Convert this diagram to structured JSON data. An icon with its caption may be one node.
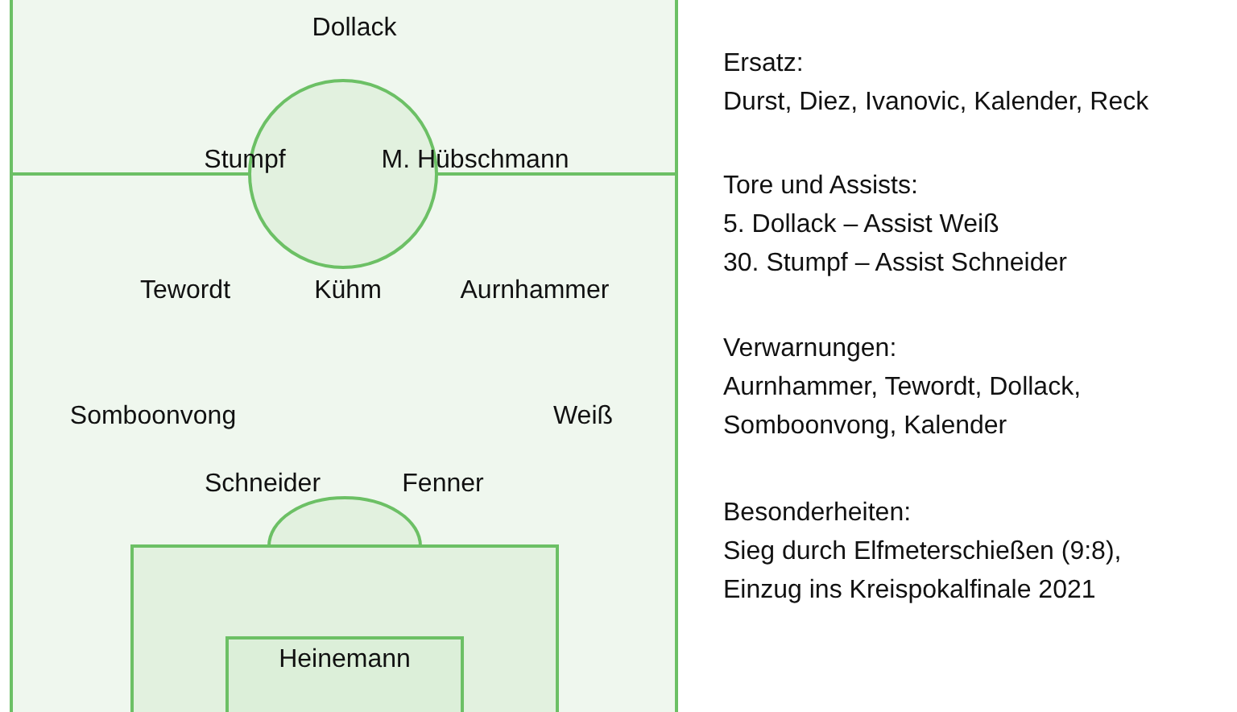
{
  "diagram": {
    "nodes": [
      {
        "text": [
          "Heinemann"
        ]
      }
    ],
    "labels": [
      "Dollack",
      "Stumpf",
      "M. Hübschmann",
      "Tewordt",
      "Kühm",
      "Aurnhammer",
      "Somboonvong",
      "Weiß",
      "Schneider",
      "Fenner",
      "Ersatz:",
      "Durst, Diez, Ivanovic, Kalender, Reck",
      "Tore und Assists:",
      "5. Dollack – Assist Weiß",
      "30. Stumpf – Assist Schneider",
      "Verwarnungen:",
      "Aurnhammer, Tewordt, Dollack, Somboonvong, Kalender",
      "Besonderheiten:",
      "Sieg durch Elfmeterschießen (9:8), Einzug ins Kreispokalfinale 2021"
    ]
  }
}
